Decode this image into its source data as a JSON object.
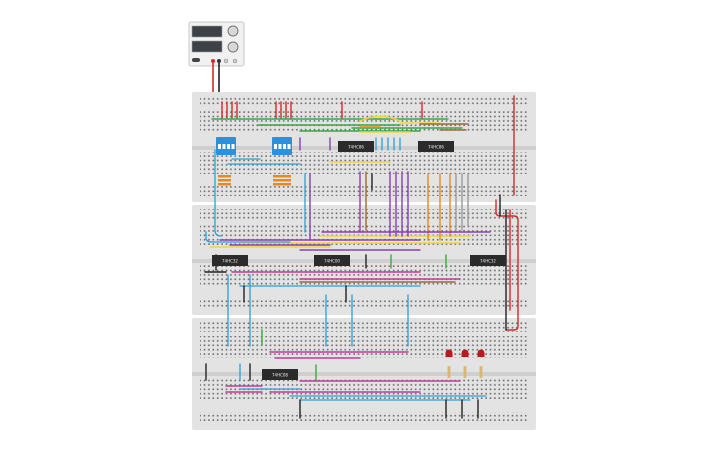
{
  "colors": {
    "background": "#ffffff",
    "breadboard": "#e3e3e3",
    "breadboard_gap": "#cfcfcf",
    "hole": "#555555",
    "rail_red": "#d93025",
    "rail_blue": "#3b78c2",
    "chip": "#2b2b2b",
    "dip_switch": "#2f8fd8",
    "wire_red": "#d42a2a",
    "wire_green": "#39a845",
    "wire_yellow": "#f2d43c",
    "wire_blue": "#2aa0d8",
    "wire_purple": "#8a3fb5",
    "wire_magenta": "#c43a9a",
    "wire_orange": "#e8891e",
    "wire_brown": "#9a6a3a",
    "wire_black": "#222222",
    "wire_gray": "#9a9a9a",
    "led": "#b51c1c",
    "psu_body": "#f0f0f0"
  },
  "icons": {
    "power_supply": "power-supply-icon",
    "dip_switch": "dip-switch-icon",
    "led": "led-icon",
    "resistor": "resistor-icon",
    "ic_chip": "ic-chip-icon"
  },
  "chips": [
    {
      "id": "chip-1",
      "label": "74HC86"
    },
    {
      "id": "chip-2",
      "label": "74HC86"
    },
    {
      "id": "chip-3",
      "label": "74HC32"
    },
    {
      "id": "chip-4",
      "label": "74HC00"
    },
    {
      "id": "chip-5",
      "label": "74HC32"
    },
    {
      "id": "chip-6",
      "label": "74HC08"
    }
  ],
  "led_count": 3,
  "dip_switch_count": 2
}
